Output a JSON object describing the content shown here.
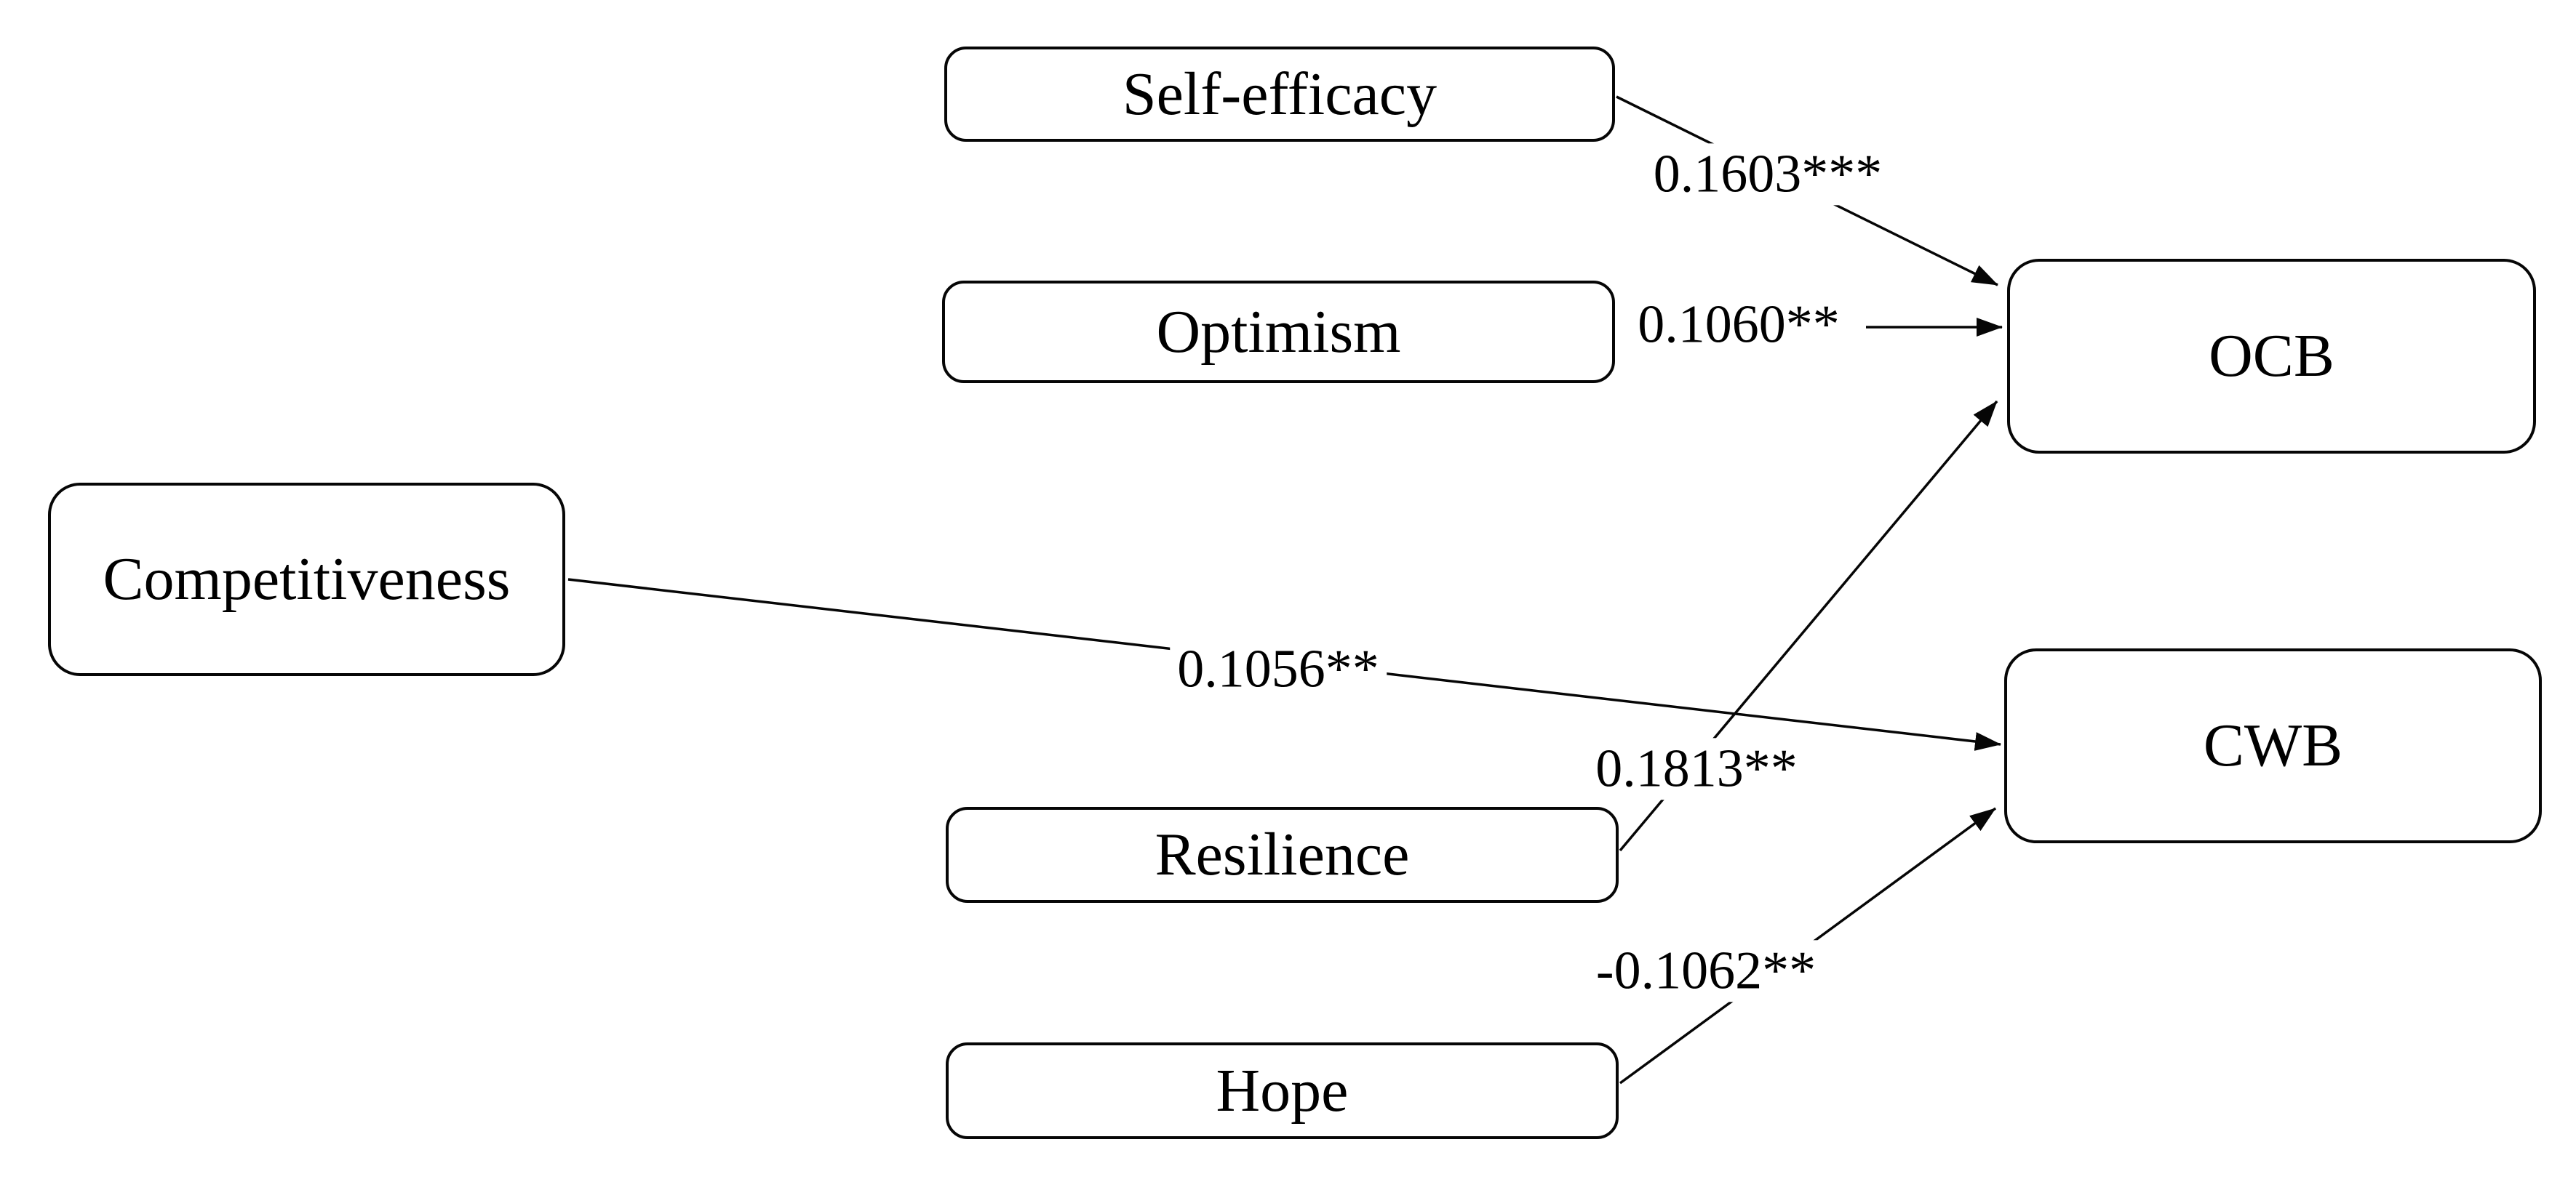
{
  "figure": {
    "background_color": "#ffffff",
    "line_color": "#000000",
    "box_border_color": "#000000",
    "nodes": [
      {
        "id": "self-efficacy",
        "label": "Self-efficacy"
      },
      {
        "id": "optimism",
        "label": "Optimism"
      },
      {
        "id": "competitiveness",
        "label": "Competitiveness"
      },
      {
        "id": "resilience",
        "label": "Resilience"
      },
      {
        "id": "hope",
        "label": "Hope"
      },
      {
        "id": "ocb",
        "label": "OCB"
      },
      {
        "id": "cwb",
        "label": "CWB"
      }
    ],
    "edges": [
      {
        "from": "Self-efficacy",
        "to": "OCB",
        "coefficient": "0.1603***"
      },
      {
        "from": "Optimism",
        "to": "OCB",
        "coefficient": "0.1060**"
      },
      {
        "from": "Competitiveness",
        "to": "CWB",
        "coefficient": "0.1056**"
      },
      {
        "from": "Resilience",
        "to": "OCB",
        "coefficient": "0.1813**"
      },
      {
        "from": "Hope",
        "to": "CWB",
        "coefficient": "-0.1062**"
      }
    ]
  }
}
